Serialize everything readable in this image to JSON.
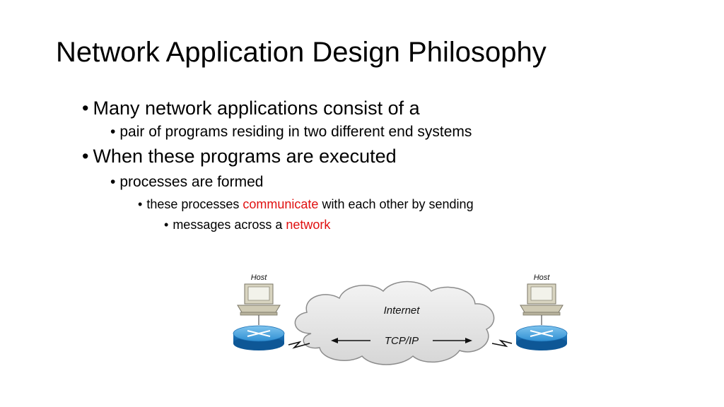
{
  "slide": {
    "title": "Network Application Design Philosophy",
    "bullets": [
      {
        "level": 1,
        "text": "Many network applications consist of a"
      },
      {
        "level": 2,
        "text": "pair of programs residing in two different end systems"
      },
      {
        "level": 1,
        "text": "When these programs are executed"
      },
      {
        "level": 2,
        "text": "processes are formed"
      },
      {
        "level": 3,
        "pre": "these processes ",
        "highlight": "communicate",
        "post": " with each other by sending"
      },
      {
        "level": 4,
        "pre": "messages across a ",
        "highlight": "network",
        "post": ""
      }
    ],
    "bullet_char": "•",
    "highlight_color": "#e01010"
  },
  "diagram": {
    "left_host_label": "Host",
    "right_host_label": "Host",
    "cloud_label": "Internet",
    "protocol_label": "TCP/IP"
  }
}
